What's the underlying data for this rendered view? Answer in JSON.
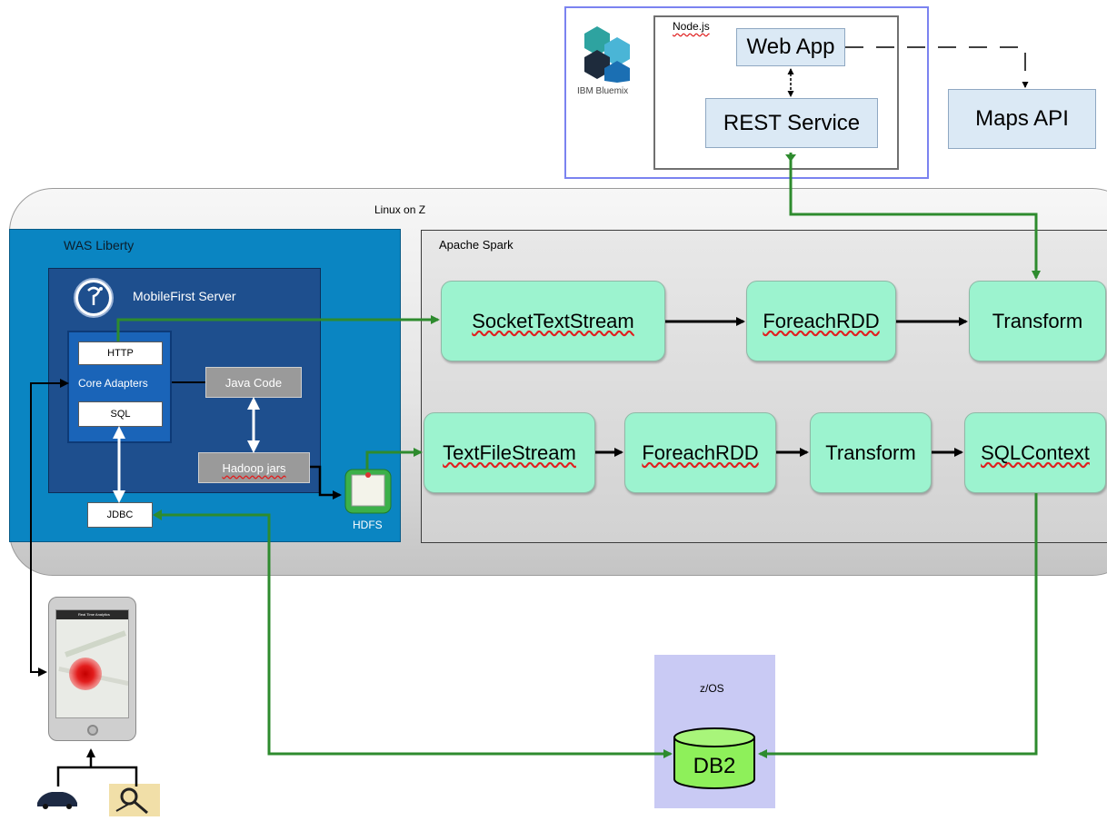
{
  "bluemix": {
    "logo_label": "IBM Bluemix",
    "runtime_label": "Node.js",
    "web_app": "Web App",
    "rest_service": "REST Service"
  },
  "maps_api": "Maps API",
  "linux_on_z": {
    "label": "Linux on Z",
    "was_liberty": {
      "label": "WAS Liberty",
      "mobilefirst": {
        "label": "MobileFirst Server",
        "core_adapters": {
          "label": "Core Adapters",
          "http": "HTTP",
          "sql": "SQL"
        },
        "java_code": "Java Code",
        "hadoop_jars": "Hadoop jars"
      },
      "jdbc": "JDBC",
      "hdfs": "HDFS"
    },
    "apache_spark": {
      "label": "Apache Spark",
      "row1": [
        "SocketTextStream",
        "ForeachRDD",
        "Transform"
      ],
      "row2": [
        "TextFileStream",
        "ForeachRDD",
        "Transform",
        "SQLContext"
      ]
    }
  },
  "zos": {
    "label": "z/OS",
    "db2": "DB2"
  },
  "phone_app_title": "Real Time Analytics",
  "colors": {
    "green_connector": "#2e8b2e",
    "spark_stage": "#9cf3cf",
    "was_liberty": "#0a85c2",
    "bluemix_border": "#7b83f0",
    "zos_bg": "#c9caf4"
  }
}
